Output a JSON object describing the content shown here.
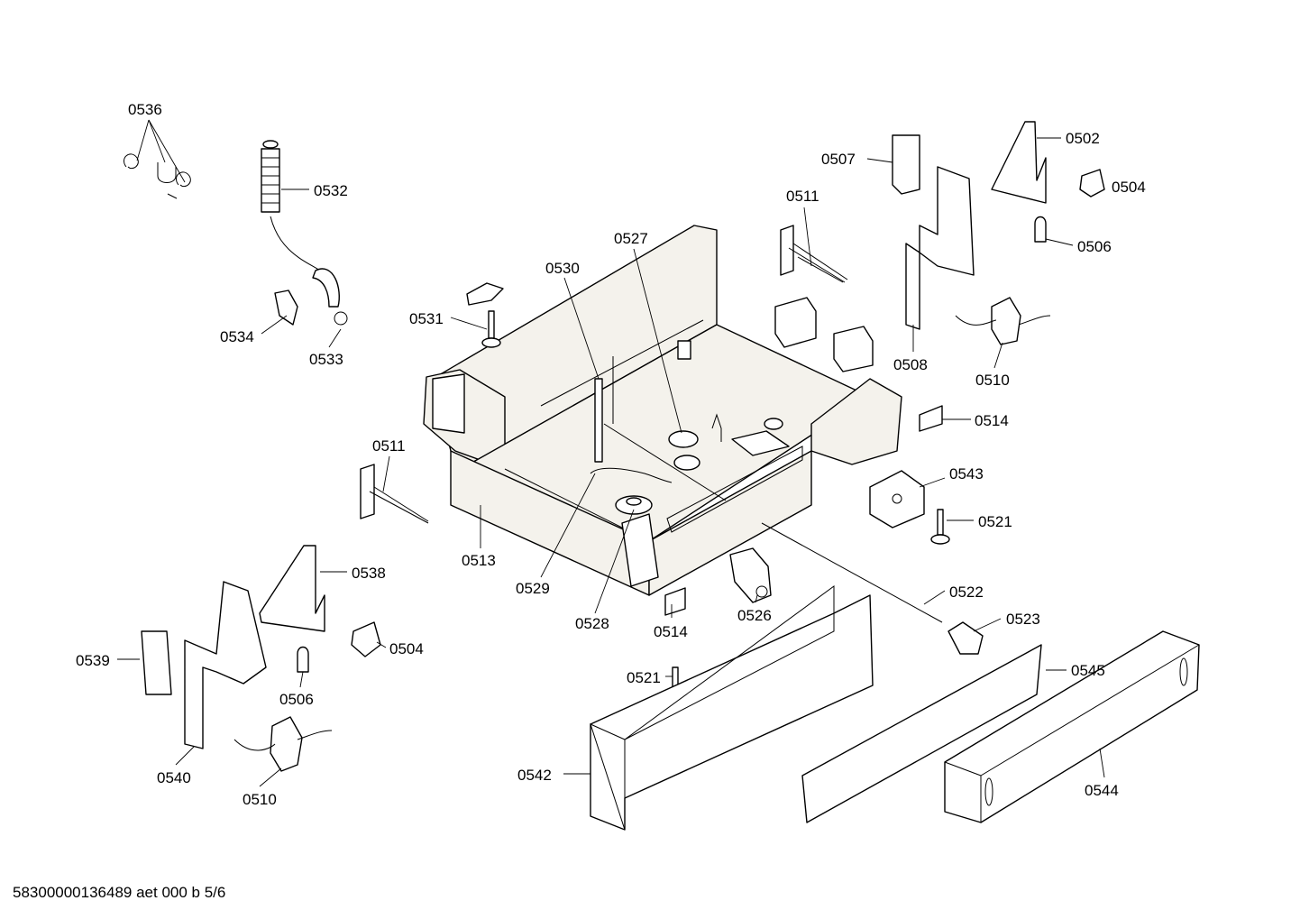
{
  "footer_code": "58300000136489 aet 000 b 5/6",
  "labels": [
    {
      "id": "l0536",
      "text": "0536"
    },
    {
      "id": "l0532",
      "text": "0532"
    },
    {
      "id": "l0534",
      "text": "0534"
    },
    {
      "id": "l0533",
      "text": "0533"
    },
    {
      "id": "l0531",
      "text": "0531"
    },
    {
      "id": "l0530",
      "text": "0530"
    },
    {
      "id": "l0527",
      "text": "0527"
    },
    {
      "id": "l0511a",
      "text": "0511"
    },
    {
      "id": "l0507",
      "text": "0507"
    },
    {
      "id": "l0502",
      "text": "0502"
    },
    {
      "id": "l0504a",
      "text": "0504"
    },
    {
      "id": "l0506a",
      "text": "0506"
    },
    {
      "id": "l0508",
      "text": "0508"
    },
    {
      "id": "l0510a",
      "text": "0510"
    },
    {
      "id": "l0514a",
      "text": "0514"
    },
    {
      "id": "l0543",
      "text": "0543"
    },
    {
      "id": "l0521a",
      "text": "0521"
    },
    {
      "id": "l0511b",
      "text": "0511"
    },
    {
      "id": "l0513",
      "text": "0513"
    },
    {
      "id": "l0529",
      "text": "0529"
    },
    {
      "id": "l0528",
      "text": "0528"
    },
    {
      "id": "l0514b",
      "text": "0514"
    },
    {
      "id": "l0526",
      "text": "0526"
    },
    {
      "id": "l0522",
      "text": "0522"
    },
    {
      "id": "l0523",
      "text": "0523"
    },
    {
      "id": "l0538",
      "text": "0538"
    },
    {
      "id": "l0504b",
      "text": "0504"
    },
    {
      "id": "l0539",
      "text": "0539"
    },
    {
      "id": "l0506b",
      "text": "0506"
    },
    {
      "id": "l0540",
      "text": "0540"
    },
    {
      "id": "l0510b",
      "text": "0510"
    },
    {
      "id": "l0521b",
      "text": "0521"
    },
    {
      "id": "l0545",
      "text": "0545"
    },
    {
      "id": "l0542",
      "text": "0542"
    },
    {
      "id": "l0544",
      "text": "0544"
    }
  ]
}
